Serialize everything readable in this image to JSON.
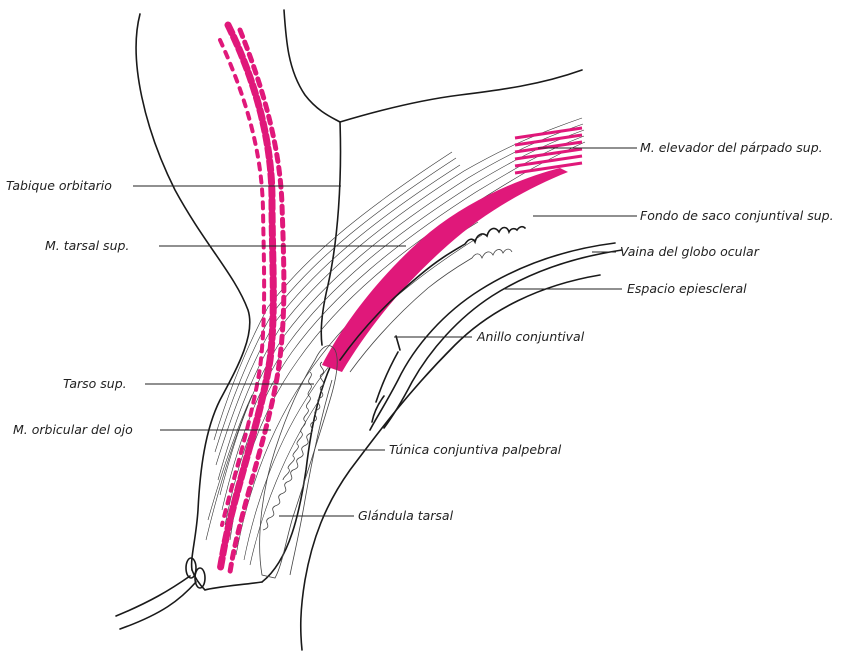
{
  "labels": {
    "tabique": "Tabique orbitario",
    "tarsal_muscle": "M. tarsal sup.",
    "tarso": "Tarso sup.",
    "orbicular": "M. orbicular del ojo",
    "elevador": "M. elevador del párpado sup.",
    "fondo_saco": "Fondo de saco conjuntival sup.",
    "vaina": "Vaina del globo ocular",
    "epiescleral": "Espacio epiescleral",
    "anillo": "Anillo conjuntival",
    "tunica": "Túnica conjuntiva palpebral",
    "glandula": "Glándula tarsal"
  },
  "colors": {
    "muscle": "#e0187a",
    "line": "#1a1a1a"
  }
}
